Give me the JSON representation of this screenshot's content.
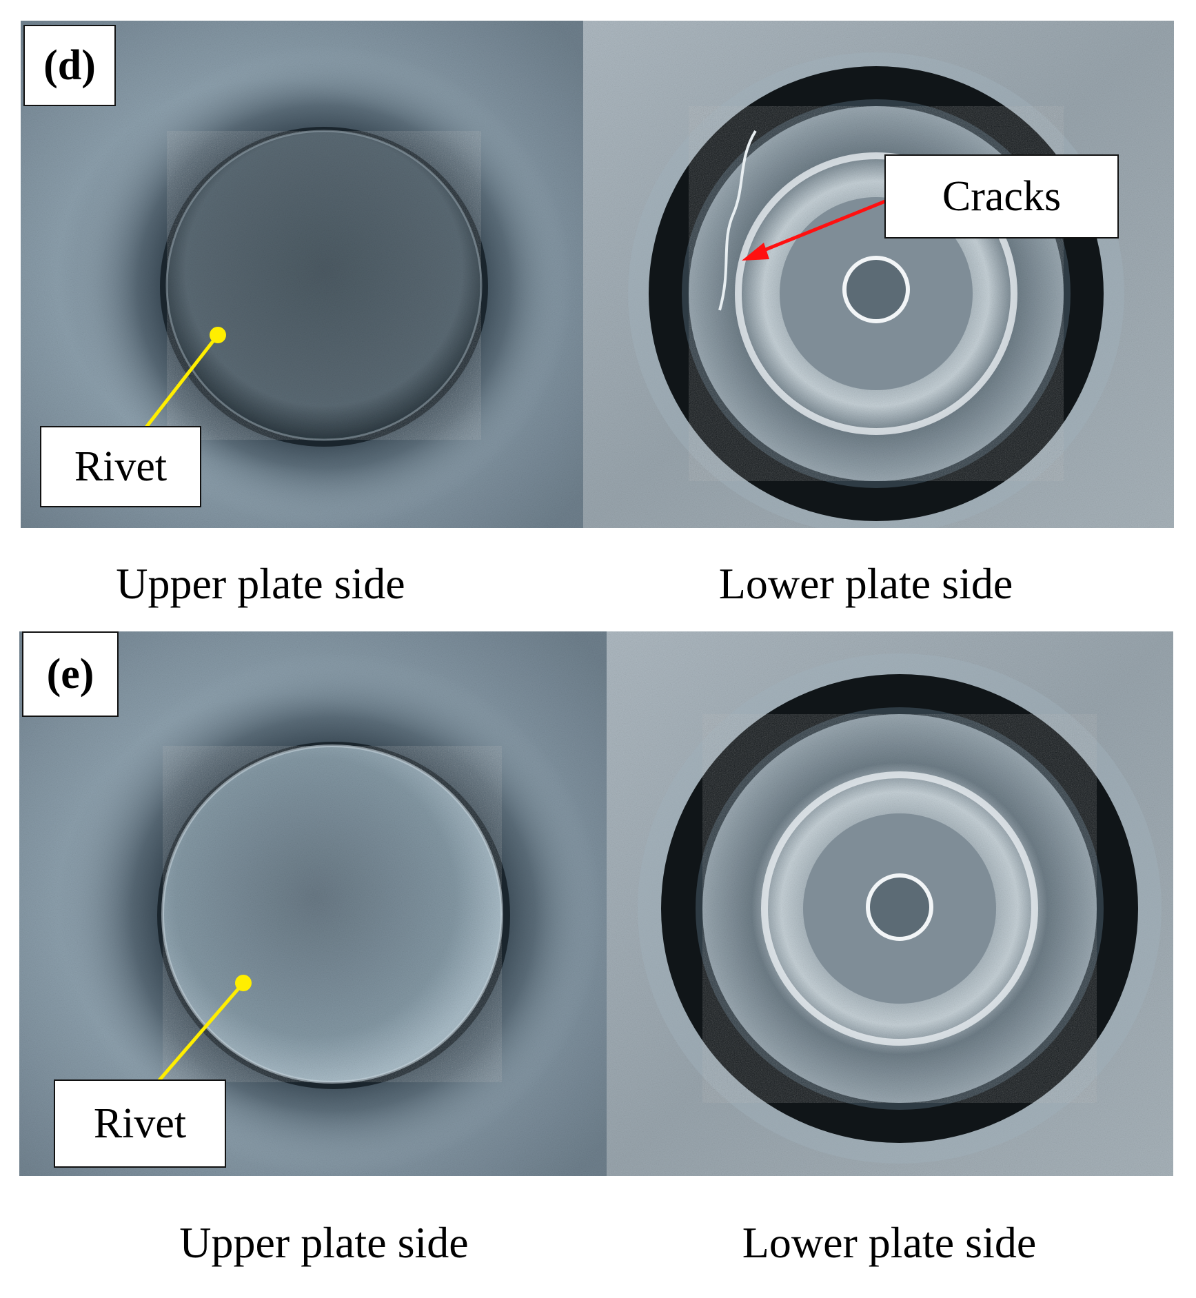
{
  "figure": {
    "panels": [
      {
        "tag": "(d)",
        "upper": {
          "callout": "Rivet",
          "caption": "Upper plate side",
          "callout_color": "#ffee00"
        },
        "lower": {
          "callout": "Cracks",
          "caption": "Lower plate side",
          "callout_color": "#ff0000"
        }
      },
      {
        "tag": "(e)",
        "upper": {
          "callout": "Rivet",
          "caption": "Upper plate side",
          "callout_color": "#ffee00"
        },
        "lower": {
          "caption": "Lower plate side"
        }
      }
    ]
  }
}
